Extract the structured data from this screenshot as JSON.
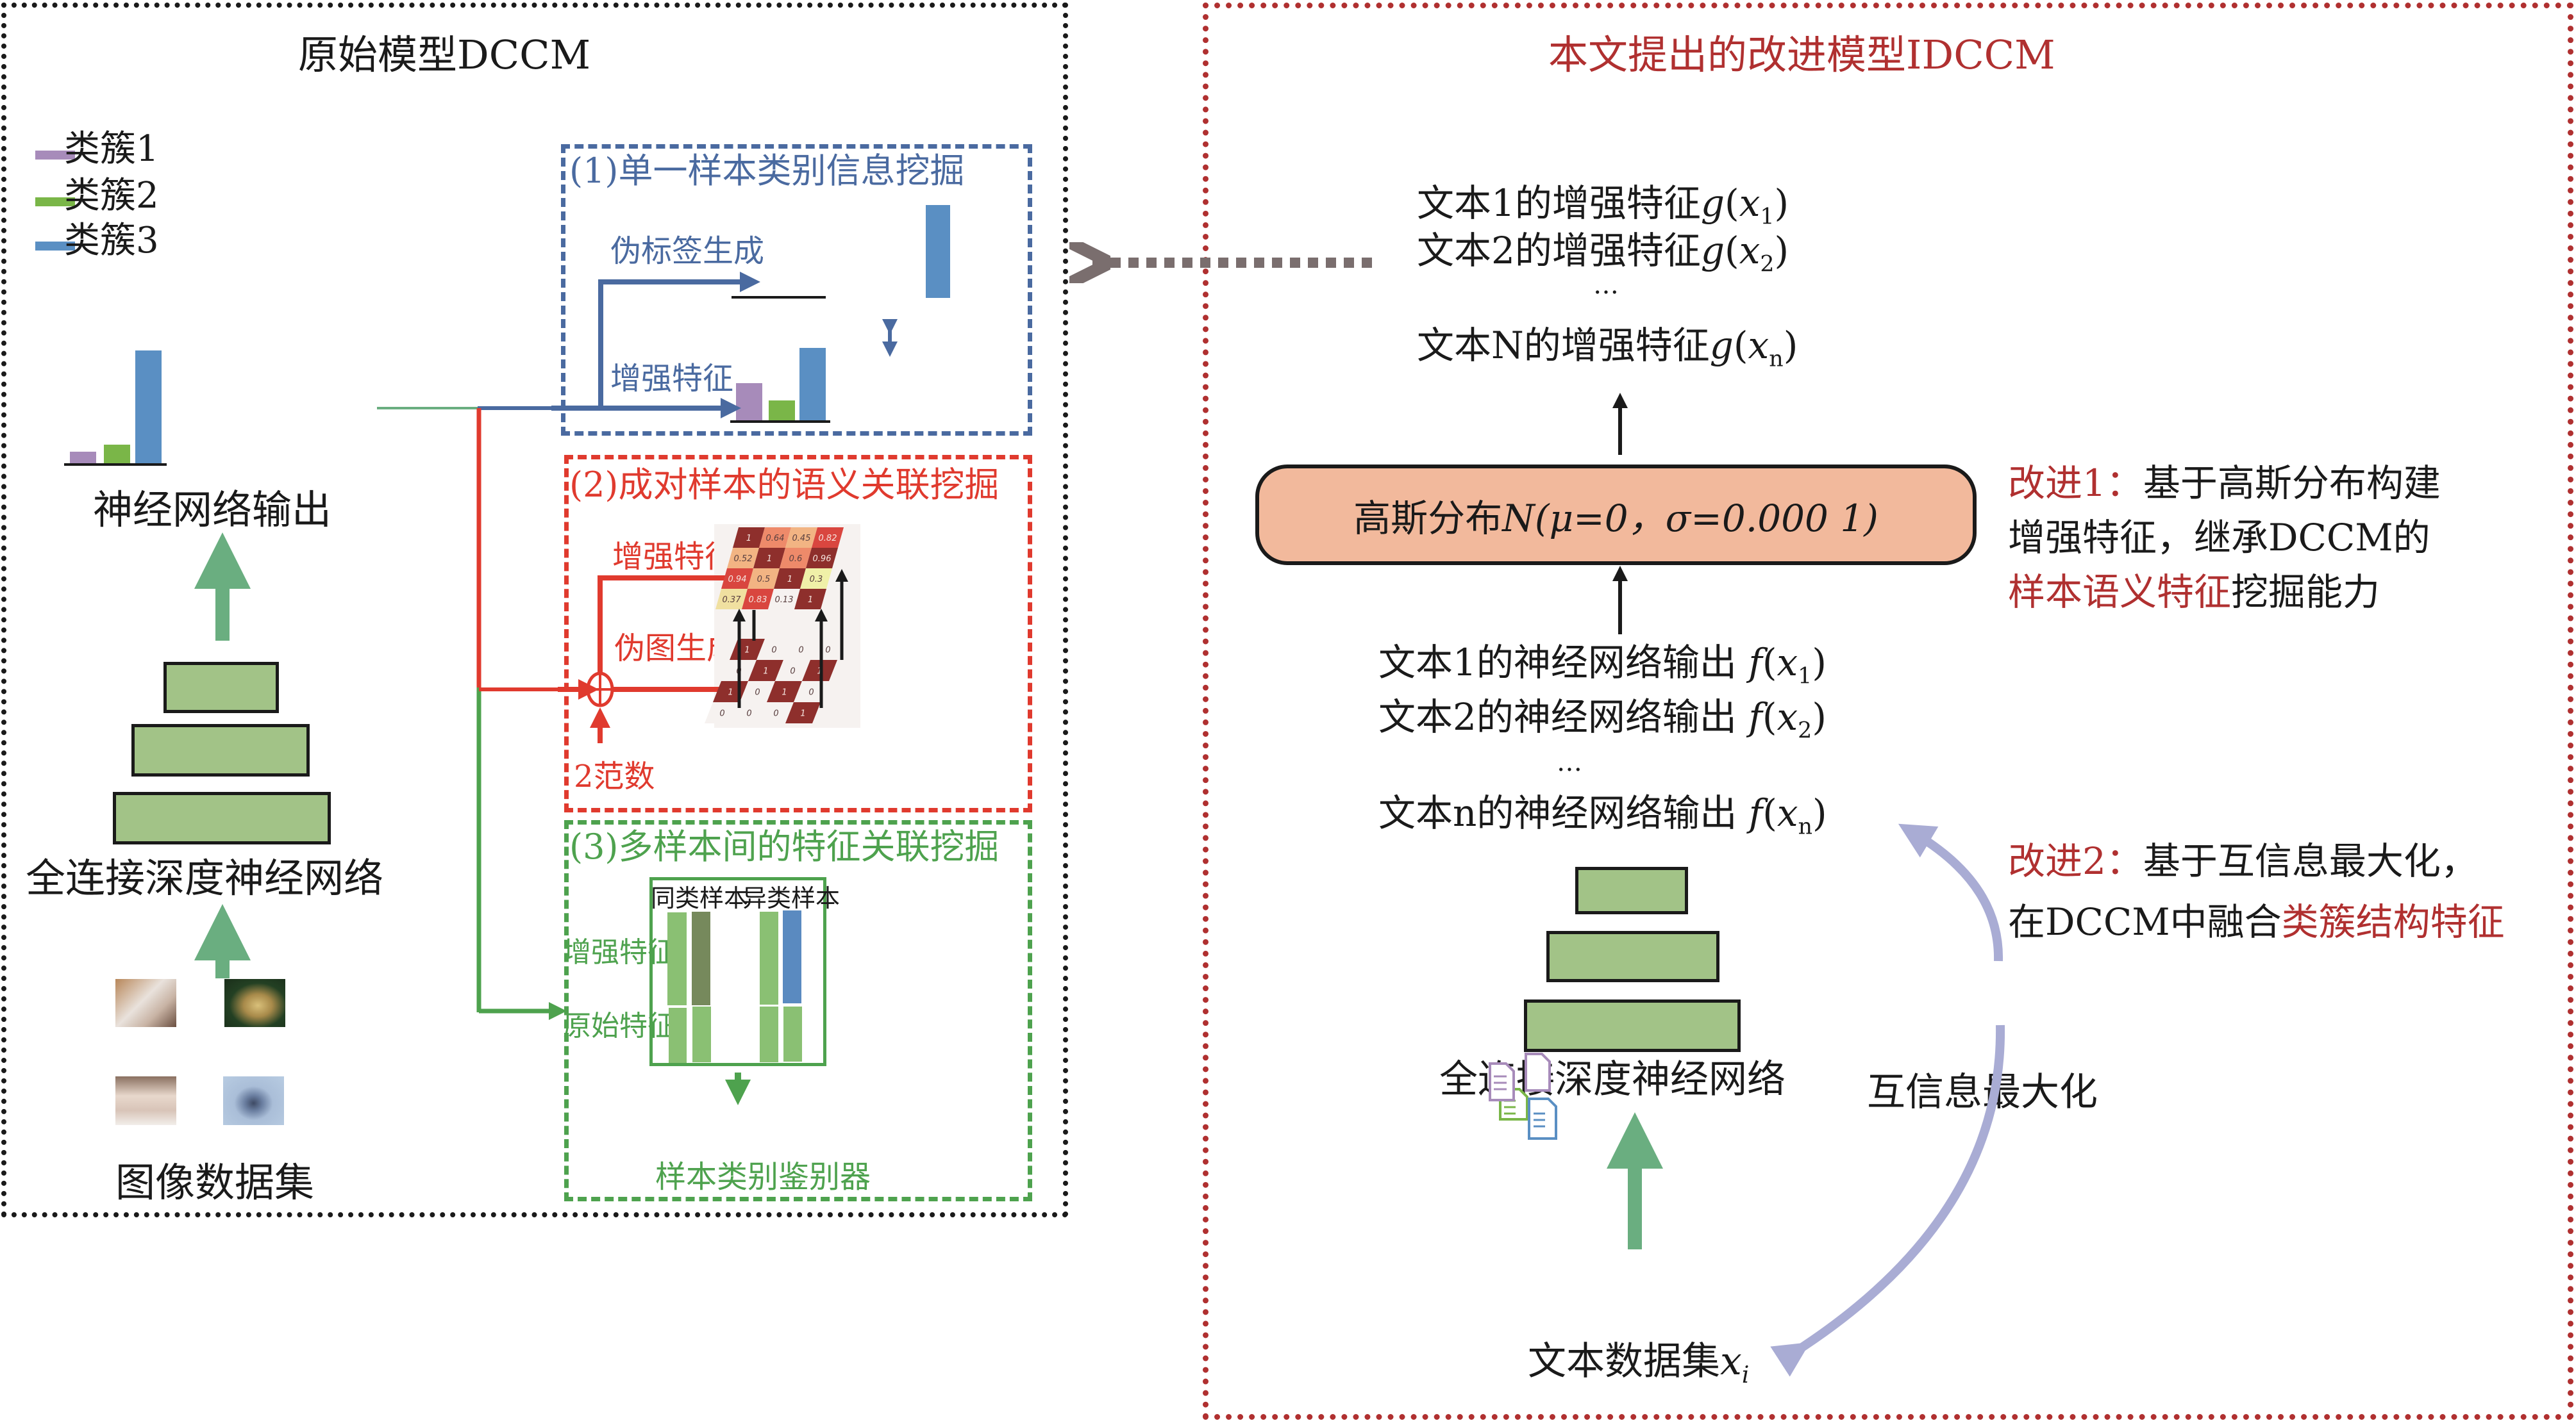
{
  "left_panel": {
    "title": "原始模型DCCM",
    "legend": [
      {
        "label": "类簇1",
        "color": "#a78bba"
      },
      {
        "label": "类簇2",
        "color": "#7ab648"
      },
      {
        "label": "类簇3",
        "color": "#5a8fc3"
      }
    ],
    "nn_output_label": "神经网络输出",
    "network_label": "全连接深度神经网络",
    "dataset_label": "图像数据集",
    "dataset_images": [
      "cat-image",
      "bird-image",
      "cat-image",
      "airplane-image"
    ]
  },
  "module1": {
    "title": "(1)单一样本类别信息挖掘",
    "pseudo_label": "伪标签生成",
    "enhanced_feature": "增强特征",
    "color": "#4a6aa0"
  },
  "module2": {
    "title": "(2)成对样本的语义关联挖掘",
    "enhanced_feature": "增强特征",
    "pseudo_graph": "伪图生成",
    "norm_label": "2范数",
    "color": "#e03a2e",
    "similarity_matrix": [
      [
        "1",
        "0.64",
        "0.45",
        "0.82"
      ],
      [
        "0.52",
        "1",
        "0.6",
        "0.96"
      ],
      [
        "0.94",
        "0.5",
        "1",
        "0.3"
      ],
      [
        "0.37",
        "0.83",
        "0.13",
        "1"
      ]
    ],
    "pseudo_graph_matrix": [
      [
        "1",
        "0",
        "0",
        "0"
      ],
      [
        "0",
        "1",
        "0",
        "1"
      ],
      [
        "1",
        "0",
        "1",
        "0"
      ],
      [
        "0",
        "0",
        "0",
        "1"
      ]
    ]
  },
  "module3": {
    "title": "(3)多样本间的特征关联挖掘",
    "same_class": "同类样本",
    "diff_class": "异类样本",
    "enhanced_feature": "增强特征",
    "original_feature": "原始特征",
    "discriminator": "样本类别鉴别器",
    "color": "#4ea24e"
  },
  "right_panel": {
    "title": "本文提出的改进模型IDCCM",
    "enhanced_lines": [
      {
        "prefix": "文本1的增强特征",
        "func": "g",
        "sub": "1"
      },
      {
        "prefix": "文本2的增强特征",
        "func": "g",
        "sub": "2"
      },
      {
        "prefix": "…",
        "func": "",
        "sub": ""
      },
      {
        "prefix": "文本N的增强特征",
        "func": "g",
        "sub": "n"
      }
    ],
    "gauss_label": "高斯分布",
    "gauss_formula": "N(μ=0，σ=0.000 1)",
    "output_lines": [
      {
        "prefix": "文本1的神经网络输出",
        "func": "f",
        "sub": "1"
      },
      {
        "prefix": "文本2的神经网络输出",
        "func": "f",
        "sub": "2"
      },
      {
        "prefix": "…",
        "func": "",
        "sub": ""
      },
      {
        "prefix": "文本n的神经网络输出",
        "func": "f",
        "sub": "n"
      }
    ],
    "network_label": "全连接深度神经网络",
    "dataset_label": "文本数据集",
    "dataset_var": "x",
    "dataset_sub": "i",
    "mi_label": "互信息最大化",
    "improvement1": {
      "tag": "改进1：",
      "line1": "基于高斯分布构建",
      "line2": "增强特征，继承DCCM的",
      "highlight": "样本语义特征",
      "tail": "挖掘能力"
    },
    "improvement2": {
      "tag": "改进2：",
      "line1": "基于互信息最大化，",
      "line2_prefix": "在DCCM中融合",
      "highlight": "类簇结构特征"
    }
  },
  "colors": {
    "accent_red": "#b03030",
    "gauss_fill": "#f2b99c",
    "layer_fill": "#a2c387",
    "mi_arc": "#a9acd4",
    "dotted_arrow": "#7a6e6e"
  }
}
